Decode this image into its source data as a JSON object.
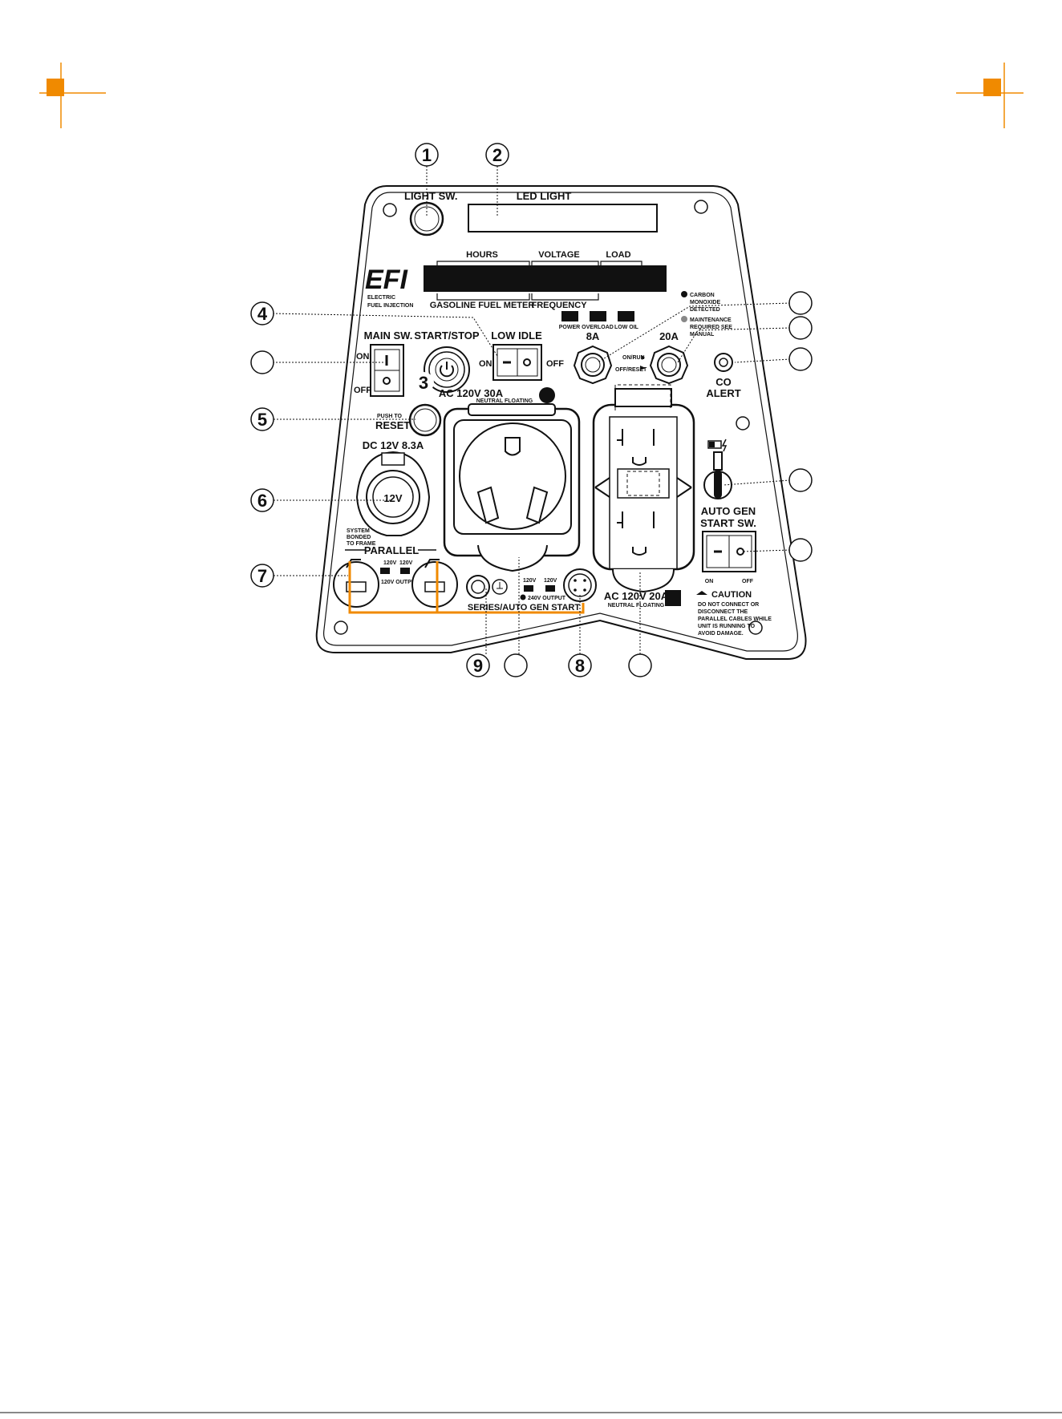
{
  "panel": {
    "light_sw": "LIGHT SW.",
    "led_light": "LED LIGHT",
    "hours": "HOURS",
    "voltage": "VOLTAGE",
    "load": "LOAD",
    "fuel_meter": "GASOLINE FUEL METER",
    "frequency": "FREQUENCY",
    "brand_logo": "EFI",
    "brand_line1": "ELECTRIC",
    "brand_line2": "FUEL INJECTION",
    "indicators": [
      "POWER",
      "OVERLOAD",
      "LOW OIL"
    ],
    "co_detected": [
      "CARBON",
      "MONOXIDE",
      "DETECTED"
    ],
    "maintenance": [
      "MAINTENANCE",
      "REQUIRED SEE",
      "MANUAL"
    ],
    "main_sw": "MAIN SW.",
    "on": "ON",
    "off": "OFF",
    "start_stop": "START/STOP",
    "low_idle": "LOW IDLE",
    "breaker_8a": "8A",
    "breaker_20a": "20A",
    "on_run": "ON/RUN",
    "off_reset": "OFF/RESET",
    "co_alert_1": "CO",
    "co_alert_2": "ALERT",
    "push_to": "PUSH TO",
    "reset": "RESET",
    "ac_30a": "AC 120V 30A",
    "neutral_floating": "NEUTRAL FLOATING",
    "dc": "DC 12V 8.3A",
    "dc_socket": "12V",
    "system_bonded": [
      "SYSTEM",
      "BONDED",
      "TO FRAME"
    ],
    "parallel": "PARALLEL",
    "v120": "120V",
    "output_120": "120V OUTPUT",
    "output_240": "240V OUTPUT",
    "series_auto": "SERIES/AUTO GEN START",
    "ac_20a": "AC 120V 20A",
    "auto_gen_1": "AUTO GEN",
    "auto_gen_2": "START SW.",
    "caution_title": "CAUTION",
    "caution_text": [
      "DO NOT CONNECT OR",
      "DISCONNECT THE",
      "PARALLEL CABLES WHILE",
      "UNIT IS RUNNING TO",
      "AVOID DAMAGE."
    ]
  },
  "callouts": [
    "1",
    "2",
    "3",
    "4",
    "5",
    "6",
    "7",
    "8",
    "9"
  ],
  "colors": {
    "accent": "#f08a00",
    "line": "#111111"
  }
}
